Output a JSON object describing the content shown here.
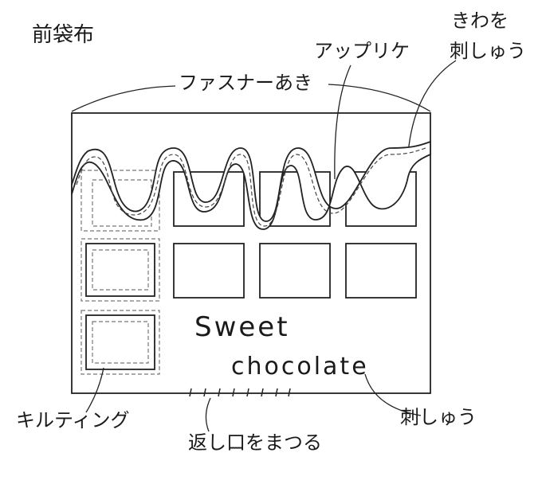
{
  "title": "前袋布",
  "labels": {
    "fastener_opening": "ファスナーあき",
    "applique": "アップリケ",
    "edge_embroidery_line1": "きわを",
    "edge_embroidery_line2": "刺しゅう",
    "quilting": "キルティング",
    "return_opening": "返し口をまつる",
    "embroidery": "刺しゅう"
  },
  "embroidered_text": {
    "line1": "Sweet",
    "line2": "chocolate"
  }
}
